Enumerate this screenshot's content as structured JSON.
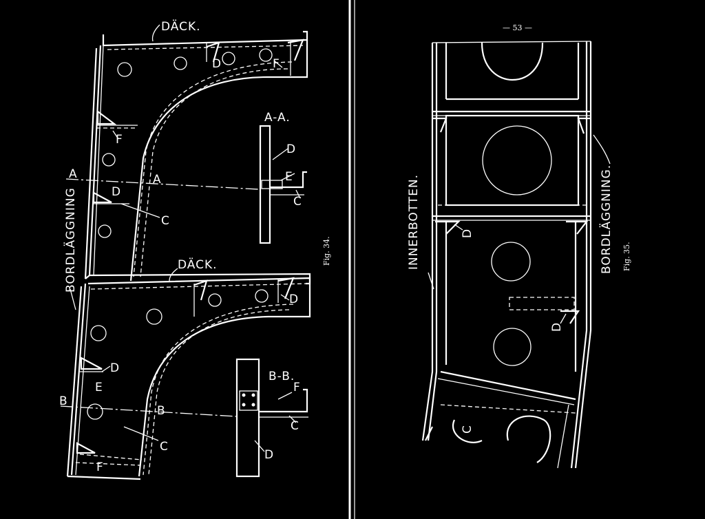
{
  "left_page": {
    "labels": {
      "dack_top": "DÄCK.",
      "dack_mid": "DÄCK.",
      "bordlaggning": "BORDLÄGGNING",
      "section_aa": "A-A.",
      "section_bb": "B-B.",
      "A": "A",
      "B": "B",
      "C": "C",
      "D": "D",
      "E": "E",
      "F": "F"
    },
    "fig": "Fig. 34."
  },
  "right_page": {
    "page_number": "— 53 —",
    "labels": {
      "innerbotten": "INNERBOTTEN.",
      "bordlaggning": "BORDLÄGGNING.",
      "C": "C",
      "D": "D"
    },
    "fig": "Fig. 35."
  }
}
